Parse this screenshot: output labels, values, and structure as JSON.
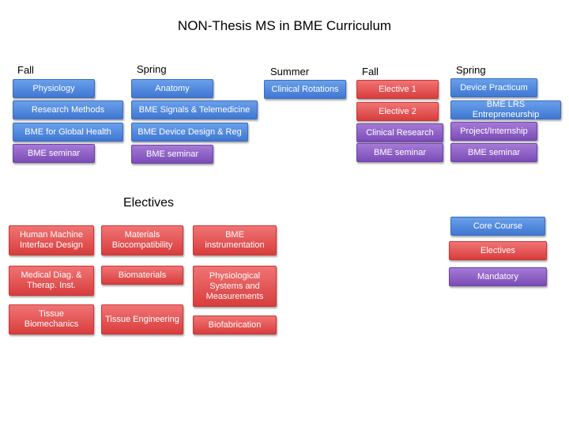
{
  "title": "NON-Thesis MS in BME Curriculum",
  "colors": {
    "core": "#4f86dd",
    "elective": "#e35454",
    "mandatory": "#8b5cc6"
  },
  "terms": [
    {
      "label": "Fall",
      "courses": [
        "Physiology",
        "Research Methods",
        "BME for Global Health",
        "BME seminar"
      ]
    },
    {
      "label": "Spring",
      "courses": [
        "Anatomy",
        "BME Signals & Telemedicine",
        "BME Device Design &  Reg",
        "BME seminar"
      ]
    },
    {
      "label": "Summer",
      "courses": [
        "Clinical Rotations"
      ]
    },
    {
      "label": "Fall",
      "courses": [
        "Elective 1",
        "Elective 2",
        "Clinical  Research",
        "BME seminar"
      ]
    },
    {
      "label": "Spring",
      "courses": [
        "Device Practicum",
        "BME LRS Entrepreneurship",
        "Project/Internship",
        "BME seminar"
      ]
    }
  ],
  "electives": {
    "heading": "Electives",
    "items": [
      "Human Machine Interface Design",
      "Materials Biocompatibility",
      "BME instrumentation",
      "Medical Diag. & Therap. Inst.",
      "Biomaterials",
      "Physiological Systems and Measurements",
      "Tissue Biomechanics",
      "Tissue Engineering",
      "Biofabrication"
    ]
  },
  "legend": [
    "Core Course",
    "Electives",
    "Mandatory"
  ]
}
